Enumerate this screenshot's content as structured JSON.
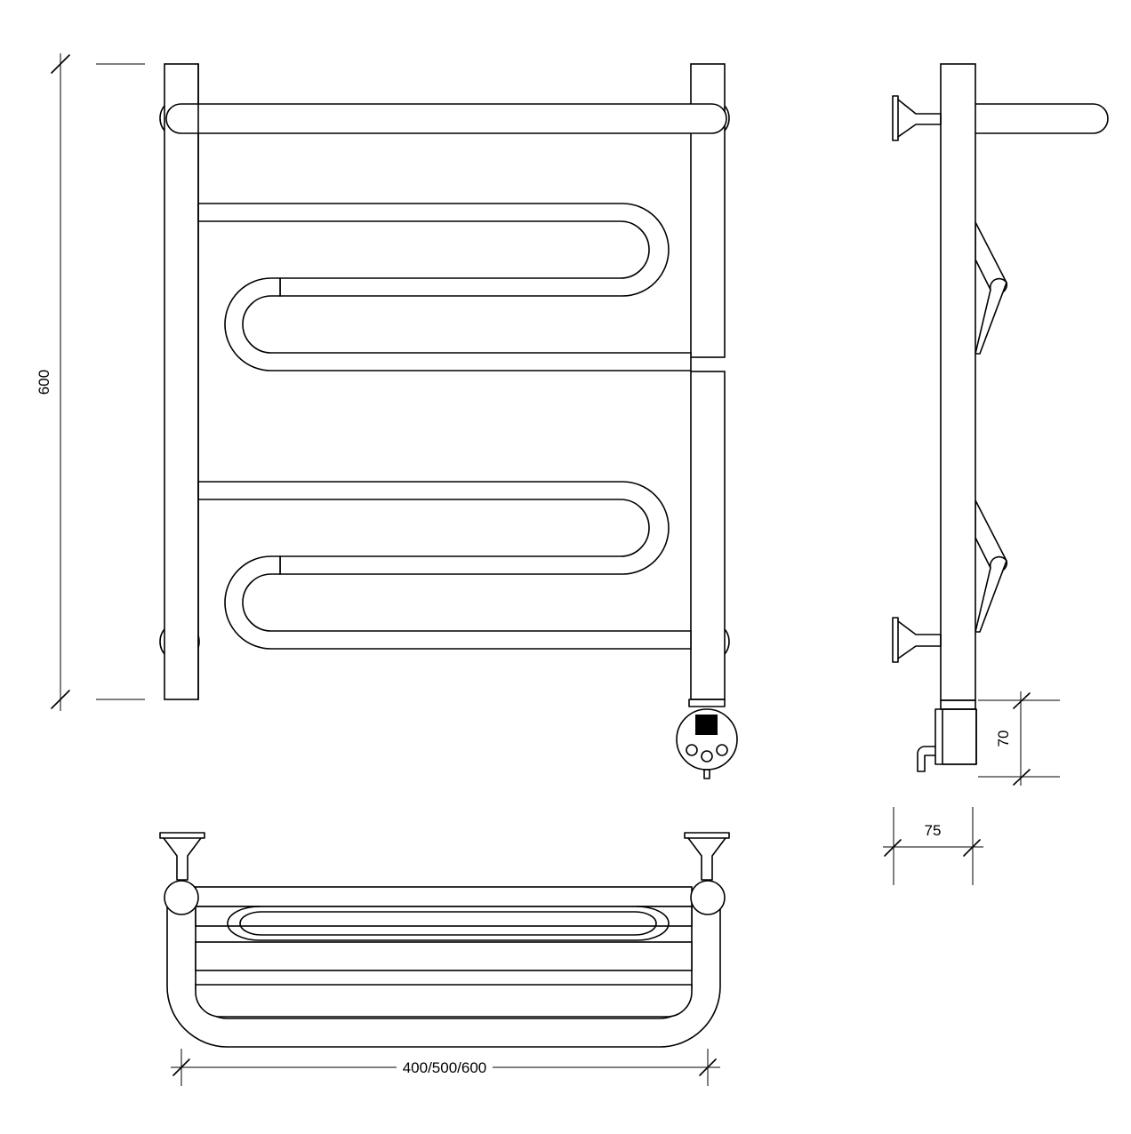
{
  "dimensions": {
    "height": "600",
    "width": "400/500/600",
    "depth": "75",
    "unit_height": "70"
  },
  "colors": {
    "line": "#000000",
    "background": "#ffffff",
    "display": "#000000"
  }
}
